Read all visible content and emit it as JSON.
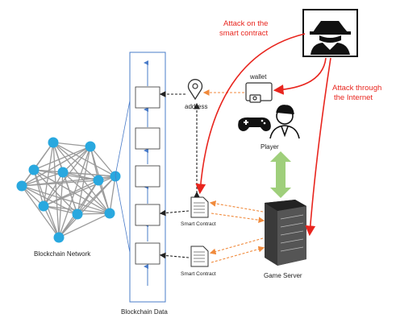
{
  "labels": {
    "attack_contract_line1": "Attack on the",
    "attack_contract_line2": "smart contract",
    "attack_internet_line1": "Attack through",
    "attack_internet_line2": "the Internet",
    "wallet": "wallet",
    "address": "address",
    "player": "Player",
    "smart_contract_1": "Smart Contract",
    "smart_contract_2": "Smart Contract",
    "game_server": "Game Server",
    "blockchain_network": "Blockchain Network",
    "blockchain_data": "Blockchain Data"
  },
  "colors": {
    "attack": "#e8251e",
    "dashed_orange": "#f08a3c",
    "dashed_dark": "#333333",
    "node": "#29a8df",
    "edge": "#9a9a9a",
    "chain": "#4a7cc9",
    "bidirectional": "#9fcf7b"
  },
  "icons": [
    "hacker-icon",
    "wallet-icon",
    "address-pin-icon",
    "gamepad-icon",
    "player-icon",
    "document-icon",
    "server-icon"
  ]
}
